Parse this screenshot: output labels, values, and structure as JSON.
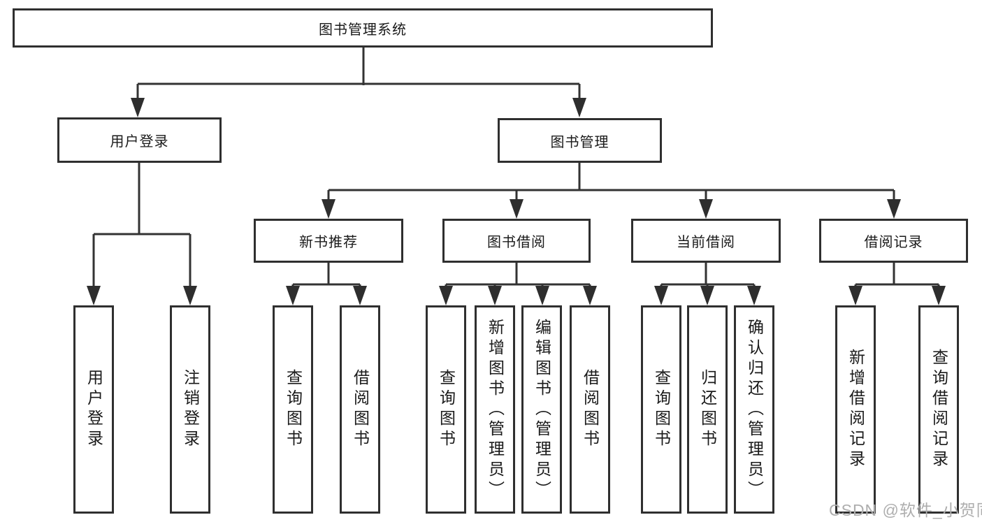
{
  "diagram": {
    "nodes": {
      "root": "图书管理系统",
      "level2": [
        "用户登录",
        "图书管理"
      ],
      "level3": [
        "新书推荐",
        "图书借阅",
        "当前借阅",
        "借阅记录"
      ],
      "leaves": [
        "用户登录",
        "注销登录",
        "查询图书",
        "借阅图书",
        "查询图书",
        "新增图书（管理员）",
        "编辑图书（管理员）",
        "借阅图书",
        "查询图书",
        "归还图书",
        "确认归还（管理员）",
        "新增借阅记录",
        "查询借阅记录"
      ]
    },
    "watermark": "CSDN @软件_小贺同学",
    "colors": {
      "line": "#333333",
      "box_border": "#2f2f2f",
      "text": "#1a1a1a",
      "watermark": "#aeaeae",
      "background": "#ffffff"
    }
  }
}
